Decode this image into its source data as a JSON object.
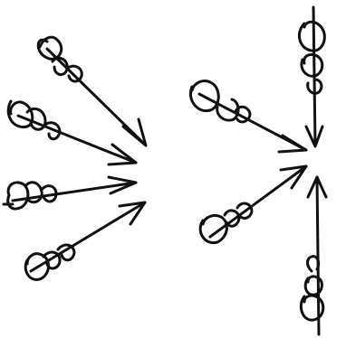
{
  "ink_color": "#111111",
  "background_color": "#ffffff",
  "groups": [
    {
      "id": "left-converging-group",
      "arrow_count": 4,
      "description_visible": false
    },
    {
      "id": "right-converging-group",
      "arrow_count": 4,
      "description_visible": false
    }
  ]
}
